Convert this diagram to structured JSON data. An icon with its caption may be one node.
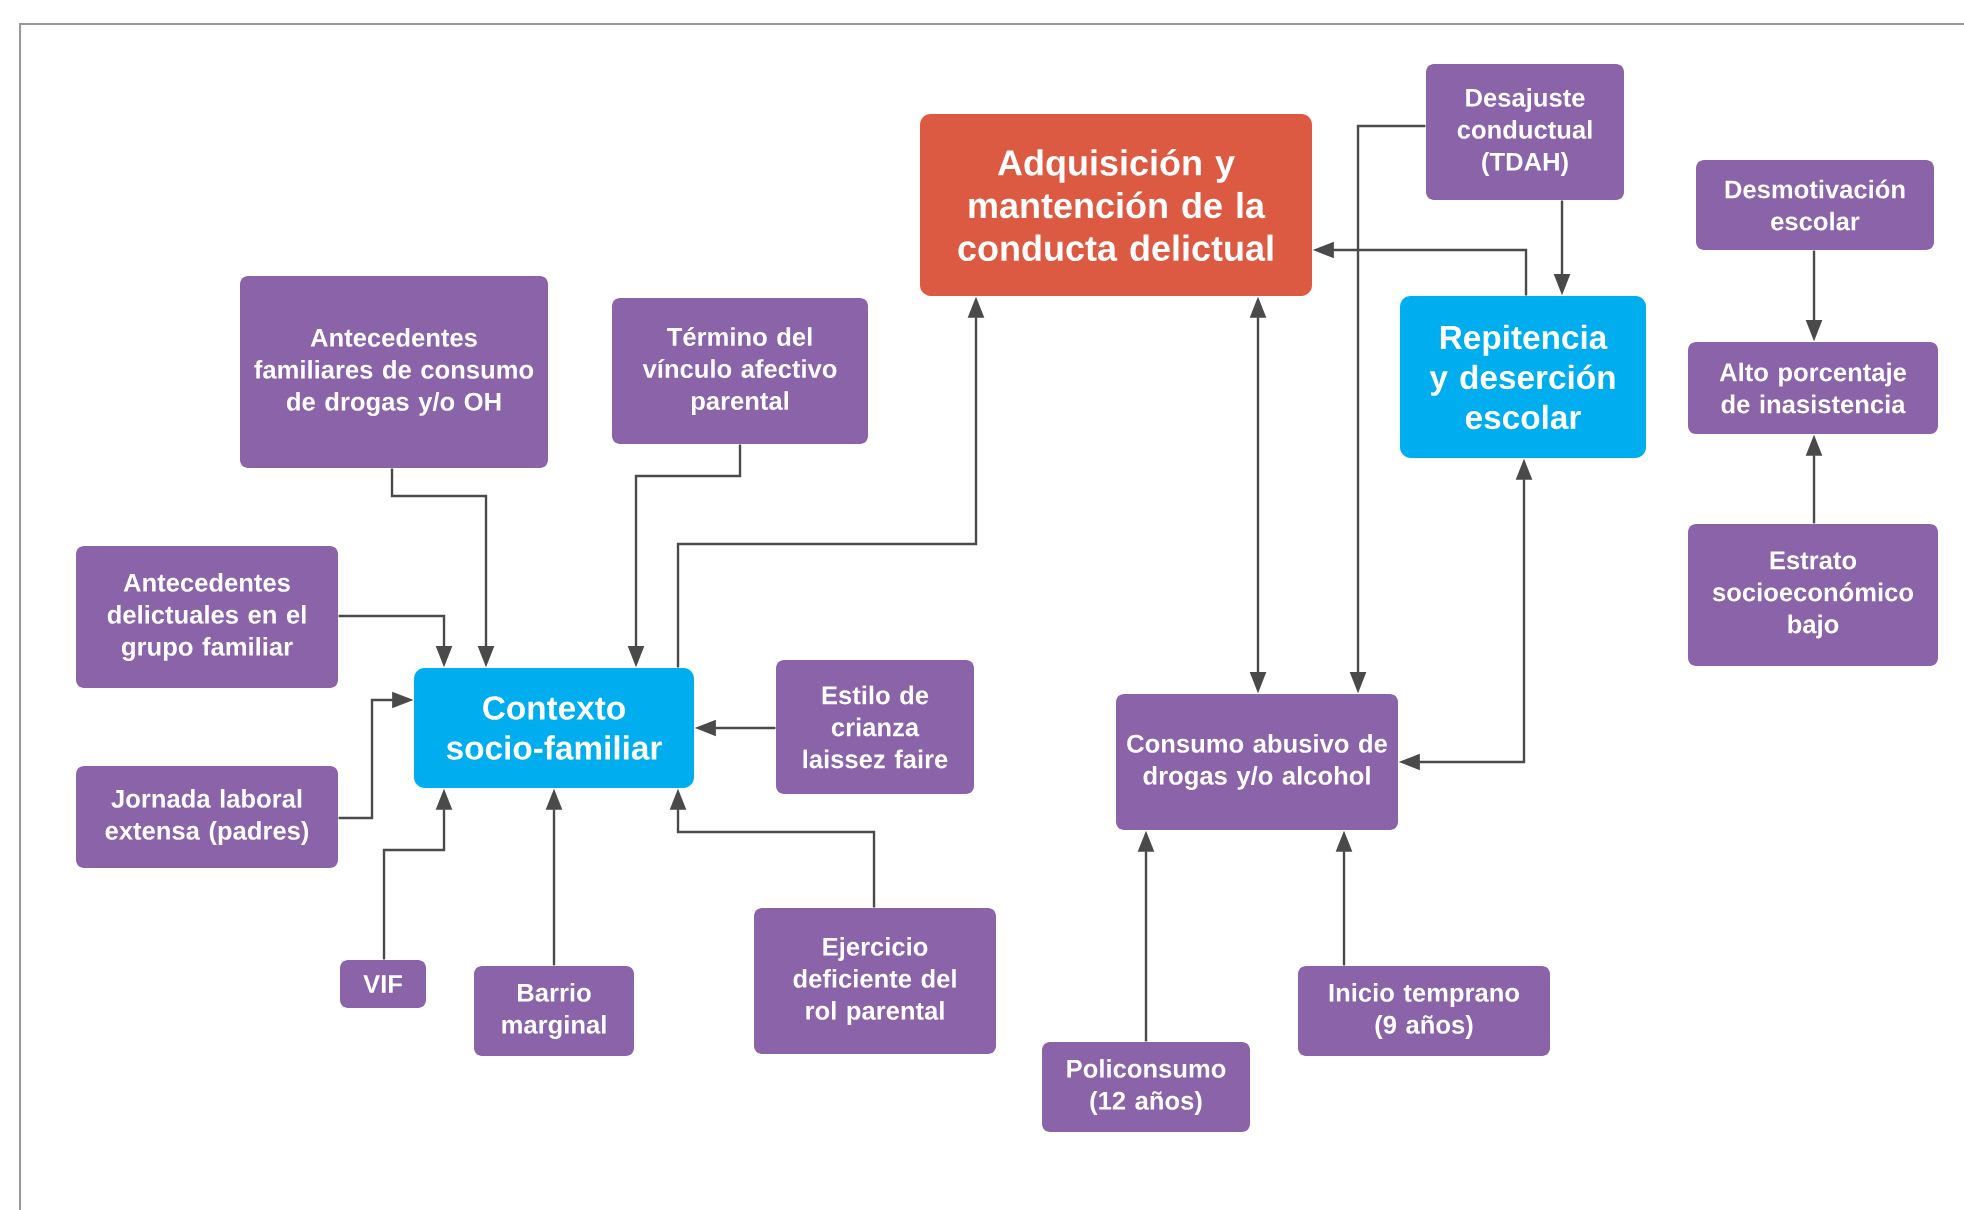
{
  "diagram": {
    "nodes": [
      {
        "text": [
          "Adquisición y mantención de la conducta delictual"
        ]
      },
      {
        "text": [
          "Desajuste conductual (TDAH)"
        ]
      },
      {
        "text": [
          "Desmotivación escolar"
        ]
      },
      {
        "text": [
          "Antecedentes familiares de consumo de drogas y/o OH"
        ]
      },
      {
        "text": [
          "Término del vínculo afectivo parental"
        ]
      },
      {
        "text": [
          "Repitencia y deserción escolar"
        ]
      },
      {
        "text": [
          "Alto porcentaje de inasistencia"
        ]
      },
      {
        "text": [
          "Antecedentes delictuales en el grupo familiar"
        ]
      },
      {
        "text": [
          "Estrato socioeconómico bajo"
        ]
      },
      {
        "text": [
          "Contexto socio-familiar"
        ]
      },
      {
        "text": [
          "Estilo de crianza laissez faire"
        ]
      },
      {
        "text": [
          "Consumo abusivo de drogas y/o alcohol"
        ]
      },
      {
        "text": [
          "Jornada laboral extensa (padres)"
        ]
      },
      {
        "text": [
          "VIF"
        ]
      },
      {
        "text": [
          "Barrio marginal"
        ]
      },
      {
        "text": [
          "Ejercicio deficiente del rol parental"
        ]
      },
      {
        "text": [
          "Inicio temprano (9 años)"
        ]
      },
      {
        "text": [
          "Policonsumo (12 años)"
        ]
      }
    ],
    "edges": [
      {
        "from": 3,
        "to": 9,
        "arrow": "to"
      },
      {
        "from": 4,
        "to": 9,
        "arrow": "to"
      },
      {
        "from": 7,
        "to": 9,
        "arrow": "to"
      },
      {
        "from": 12,
        "to": 9,
        "arrow": "to"
      },
      {
        "from": 13,
        "to": 9,
        "arrow": "to"
      },
      {
        "from": 14,
        "to": 9,
        "arrow": "to"
      },
      {
        "from": 15,
        "to": 9,
        "arrow": "to"
      },
      {
        "from": 10,
        "to": 9,
        "arrow": "to"
      },
      {
        "from": 9,
        "to": 0,
        "arrow": "to"
      },
      {
        "from": 0,
        "to": 11,
        "arrow": "both"
      },
      {
        "from": 1,
        "to": 11,
        "arrow": "to"
      },
      {
        "from": 1,
        "to": 5,
        "arrow": "to"
      },
      {
        "from": 5,
        "to": 0,
        "arrow": "to"
      },
      {
        "from": 11,
        "to": 5,
        "arrow": "both"
      },
      {
        "from": 17,
        "to": 11,
        "arrow": "to"
      },
      {
        "from": 16,
        "to": 11,
        "arrow": "to"
      },
      {
        "from": 2,
        "to": 6,
        "arrow": "to"
      },
      {
        "from": 8,
        "to": 6,
        "arrow": "to"
      }
    ]
  }
}
